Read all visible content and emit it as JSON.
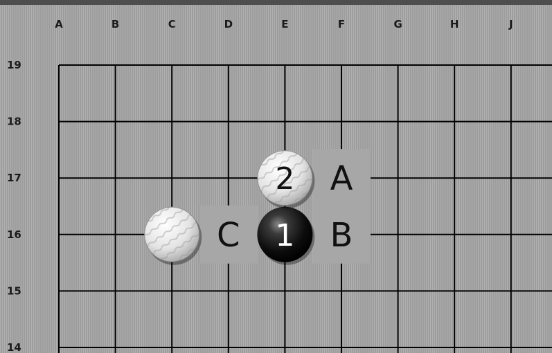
{
  "board": {
    "columns": [
      "A",
      "B",
      "C",
      "D",
      "E",
      "F",
      "G",
      "H",
      "J"
    ],
    "rows": [
      "19",
      "18",
      "17",
      "16",
      "15",
      "14"
    ],
    "line_color": "#000000",
    "board_color": "#a7a7a7"
  },
  "stones": [
    {
      "color": "black",
      "point": "E16",
      "label": "1"
    },
    {
      "color": "white",
      "point": "E17",
      "label": "2"
    },
    {
      "color": "white",
      "point": "C16",
      "label": ""
    }
  ],
  "marks": [
    {
      "point": "F17",
      "label": "A"
    },
    {
      "point": "F16",
      "label": "B"
    },
    {
      "point": "D16",
      "label": "C"
    }
  ]
}
